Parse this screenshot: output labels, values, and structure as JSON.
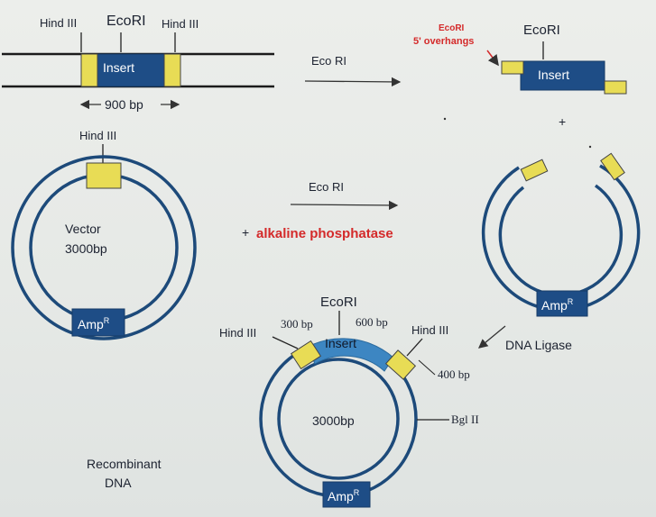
{
  "labels": {
    "hind_iii": "Hind III",
    "ecori": "EcoRI",
    "insert": "Insert",
    "size_900": "900 bp",
    "eco_ri": "Eco RI",
    "overhang_title": "EcoRI",
    "overhang_sub": "5' overhangs",
    "plus": "+",
    "vector": "Vector",
    "vector_size": "3000bp",
    "alkaline_plus": "+",
    "alkaline": "alkaline phosphatase",
    "amp": "Amp",
    "amp_sup": "R",
    "dna_ligase": "DNA Ligase",
    "bp300": "300 bp",
    "bp600": "600 bp",
    "bp400": "400 bp",
    "bgl": "Bgl II",
    "rec_size": "3000bp",
    "recombinant_1": "Recombinant",
    "recombinant_2": "DNA"
  }
}
